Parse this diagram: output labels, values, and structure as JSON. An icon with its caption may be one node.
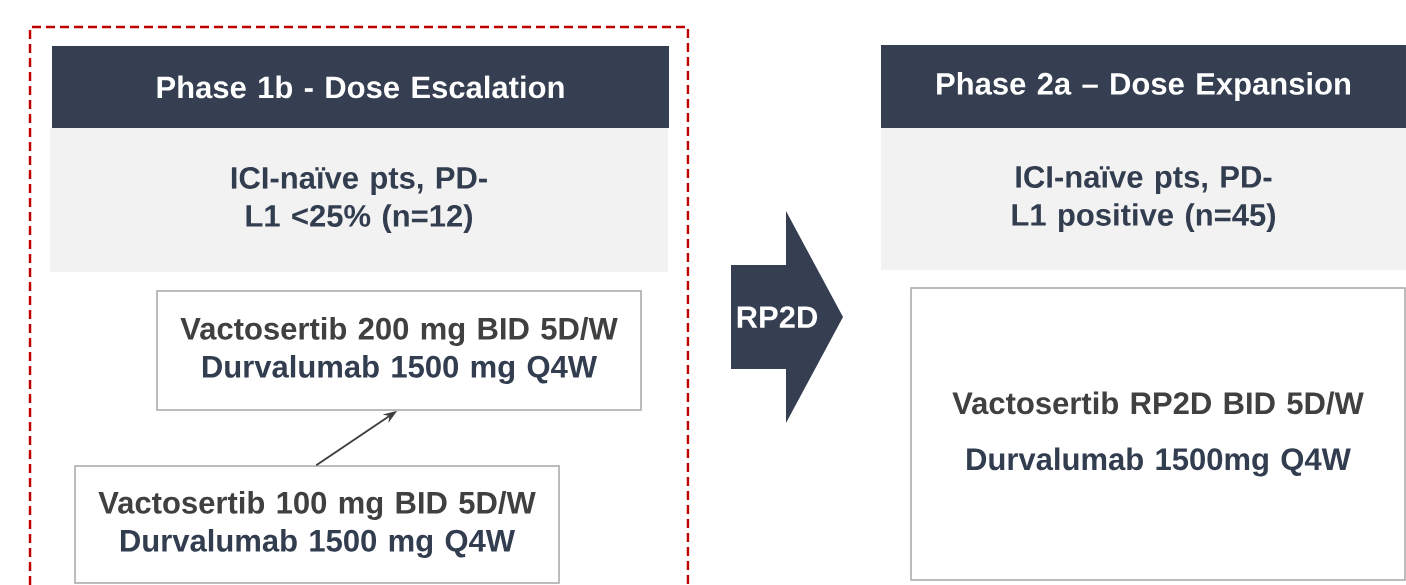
{
  "diagram": {
    "nodes": [
      {
        "text": [],
        "shape": "box"
      },
      {
        "text": [
          "Phase 1b - Dose Escalation"
        ],
        "in": 0
      },
      {
        "text": [
          "ICI-naïve pts, PD-L1 <25% (n=12)"
        ],
        "in": 0
      },
      {
        "text": [
          "Vactosertib 200 mg BID 5D/W",
          "Durvalumab 1500 mg Q4W"
        ],
        "in": 0
      },
      {
        "text": [
          "Vactosertib 100 mg BID 5D/W",
          "Durvalumab 1500 mg Q4W"
        ],
        "in": 0
      },
      {
        "text": [
          "RP2D"
        ]
      },
      {
        "text": [
          "Phase 2a – Dose Expansion"
        ]
      },
      {
        "text": [
          "ICI-naïve pts, PD-L1 positive (n=45)"
        ]
      },
      {
        "text": [
          "Vactosertib RP2D BID 5D/W",
          "Durvalumab 1500mg Q4W"
        ]
      }
    ],
    "edges": [
      {
        "from": 4,
        "to": 3,
        "arrow": "to"
      }
    ]
  }
}
